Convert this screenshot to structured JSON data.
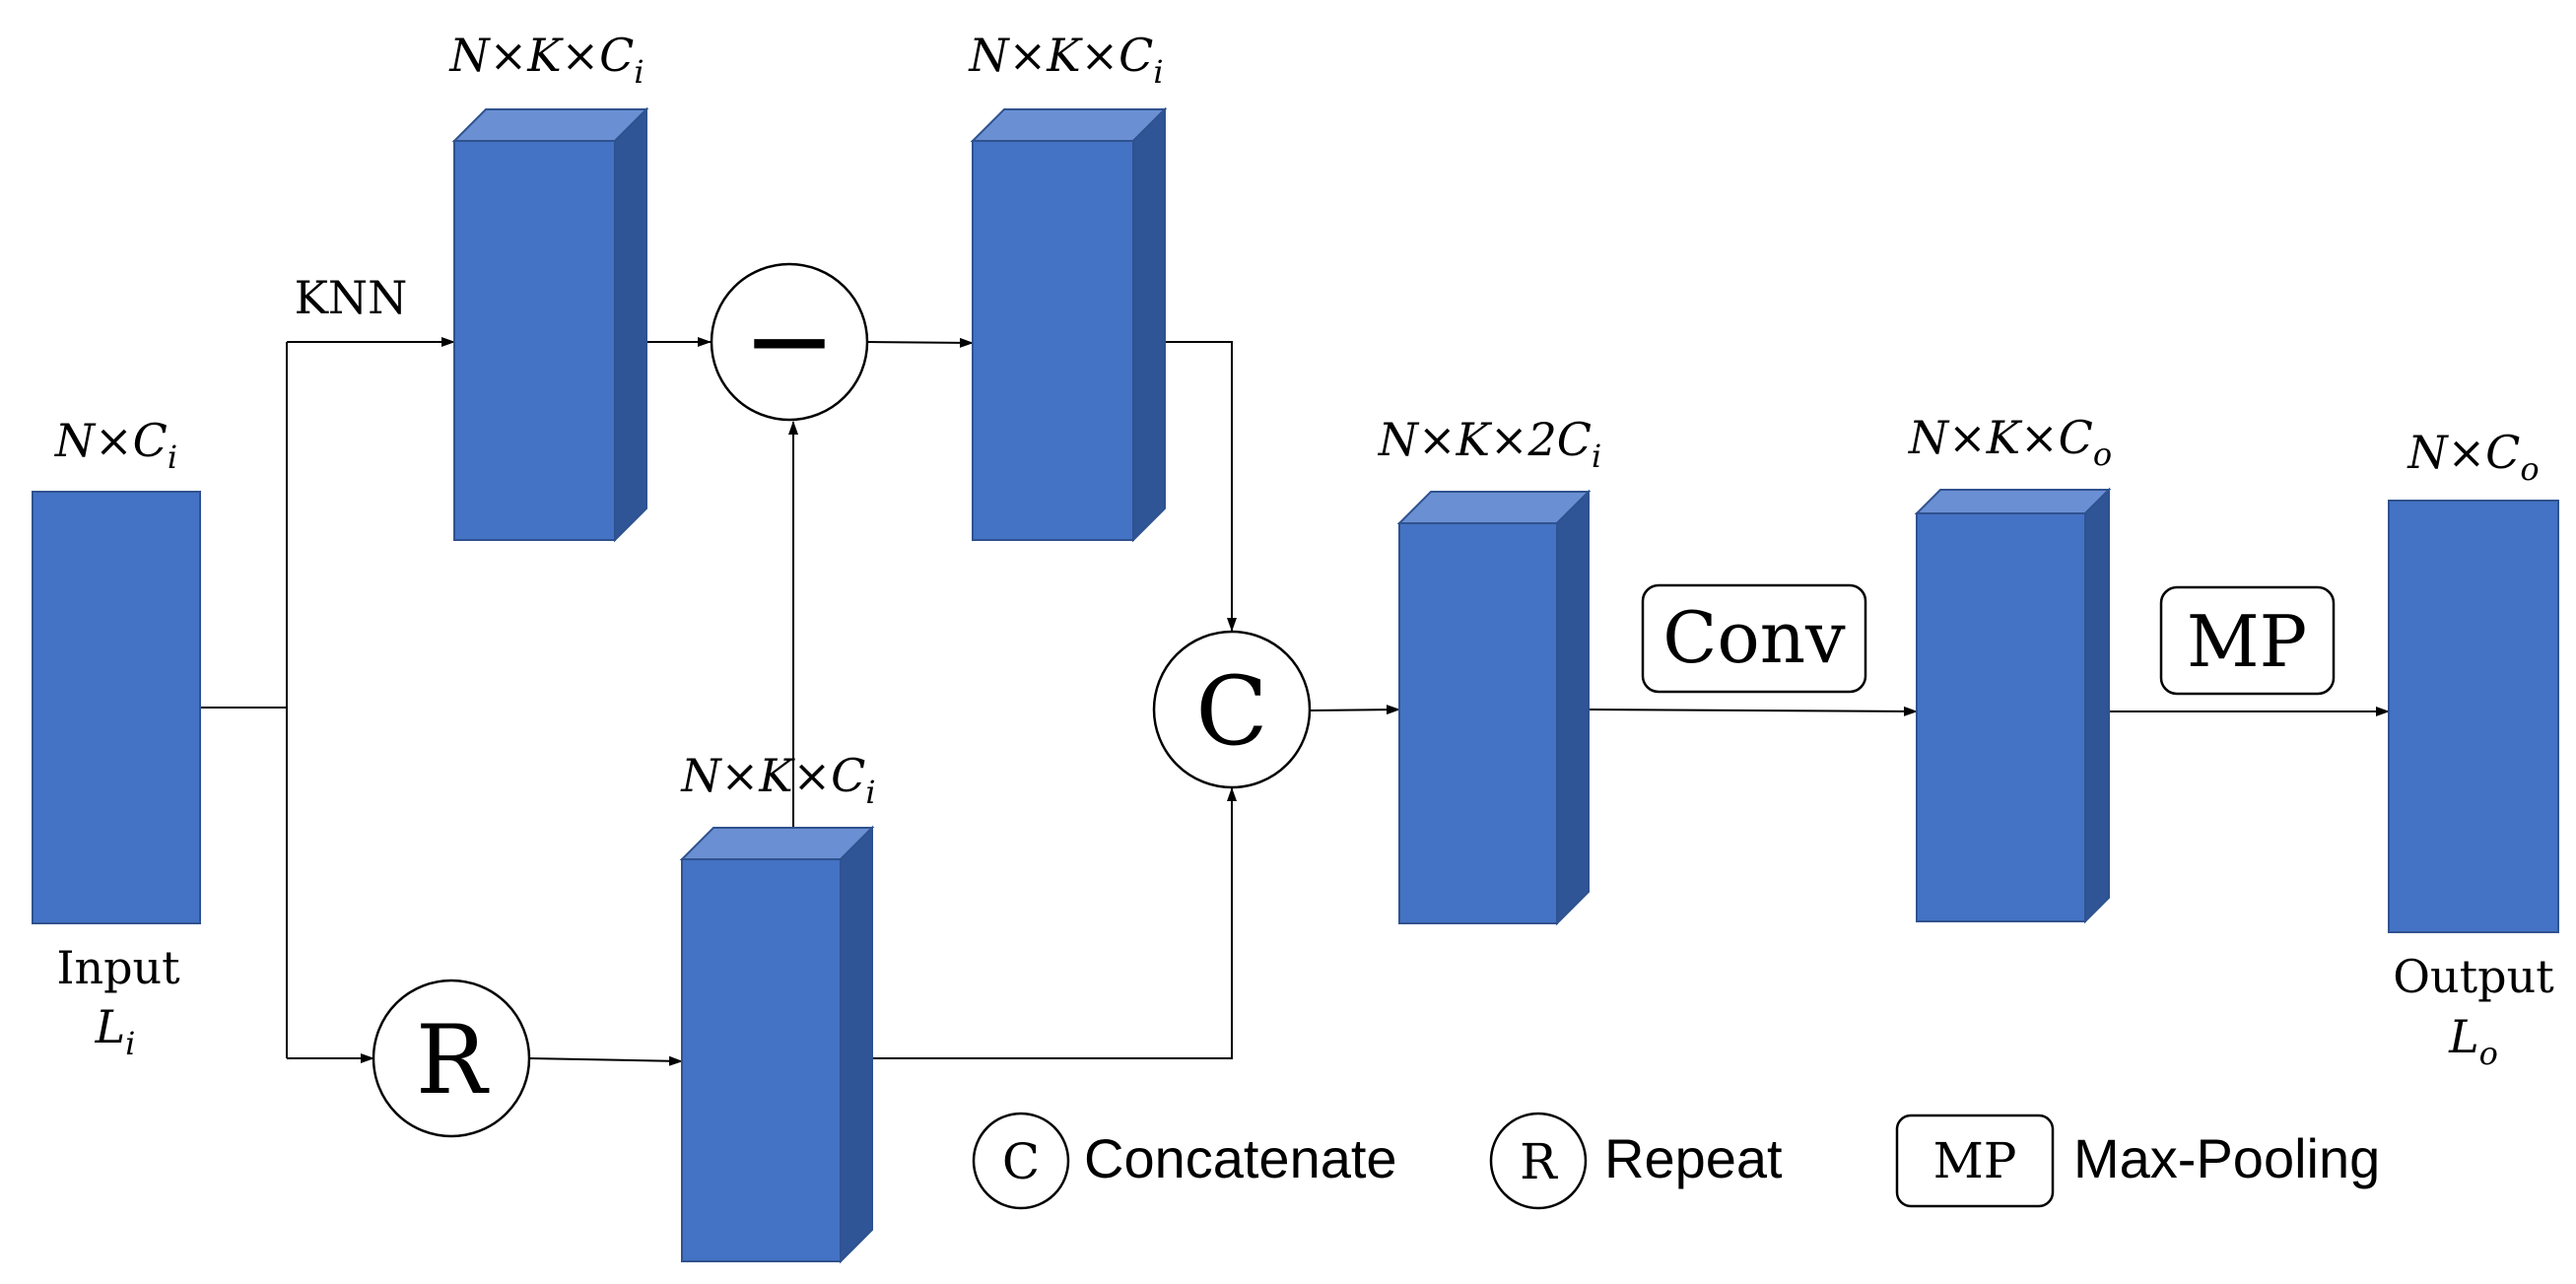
{
  "colors": {
    "block_front": "#4472c4",
    "block_top": "#6a8fd3",
    "block_side": "#2f5597",
    "lines": "#000000",
    "background": "#ffffff"
  },
  "labels": {
    "input_dims_main": "N×C",
    "input_dims_sub": "i",
    "input_text": "Input",
    "input_symbol_main": "L",
    "input_symbol_sub": "i",
    "knn": "KNN",
    "knn_out_dims_main": "N×K×C",
    "knn_out_dims_sub": "i",
    "diff_out_dims_main": "N×K×C",
    "diff_out_dims_sub": "i",
    "repeat_out_dims_main": "N×K×C",
    "repeat_out_dims_sub": "i",
    "concat_out_dims_main": "N×K×2C",
    "concat_out_dims_sub": "i",
    "conv_out_dims_main": "N×K×C",
    "conv_out_dims_sub": "o",
    "output_dims_main": "N×C",
    "output_dims_sub": "o",
    "output_text": "Output",
    "output_symbol_main": "L",
    "output_symbol_sub": "o"
  },
  "operators": {
    "subtract": "—",
    "concat": "C",
    "repeat": "R",
    "conv": "Conv",
    "maxpool": "MP"
  },
  "legend": {
    "concat_symbol": "C",
    "concat_label": "Concatenate",
    "repeat_symbol": "R",
    "repeat_label": "Repeat",
    "maxpool_symbol": "MP",
    "maxpool_label": "Max-Pooling"
  }
}
